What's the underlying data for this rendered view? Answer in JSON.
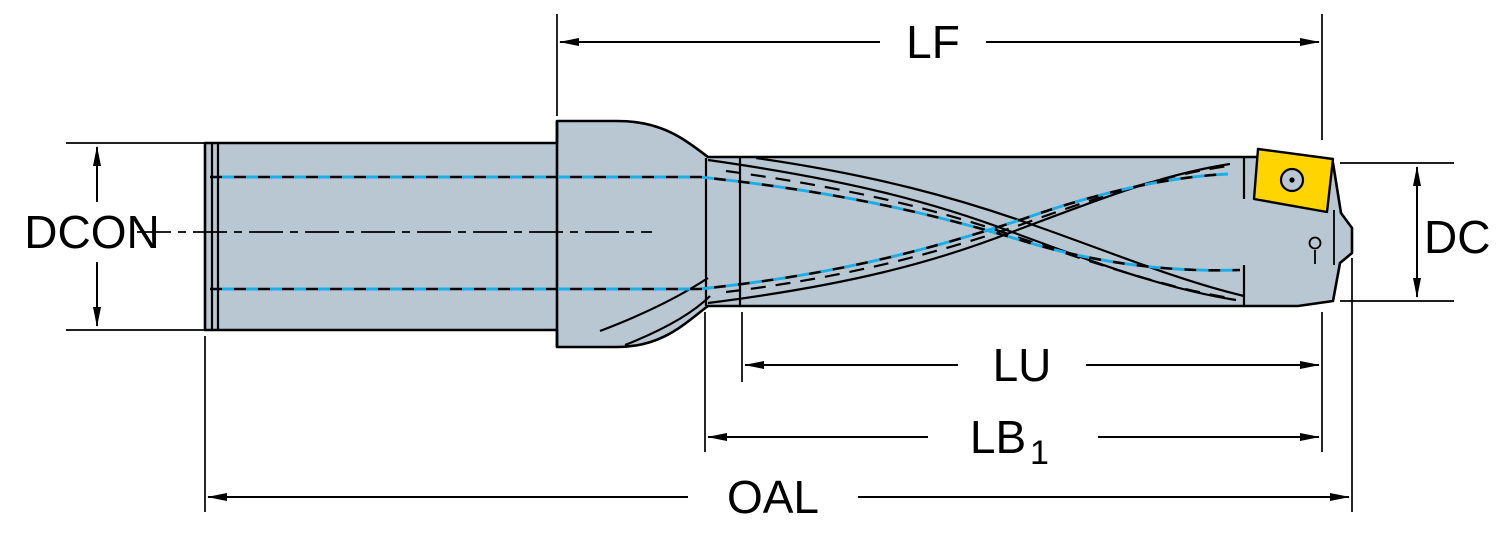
{
  "diagram": {
    "type": "technical-drawing",
    "subject": "Indexable insert drill with dimension callouts",
    "dimension_labels": {
      "lf": "LF",
      "dcon": "DCON",
      "dc": "DC",
      "lu": "LU",
      "lb": "LB",
      "lb_subscript": "1",
      "oal": "OAL"
    },
    "colors": {
      "body_fill": "#b9c7d2",
      "outline": "#000000",
      "coolant_line": "#19aee8",
      "insert_fill": "#ffd400",
      "background": "#ffffff"
    }
  }
}
